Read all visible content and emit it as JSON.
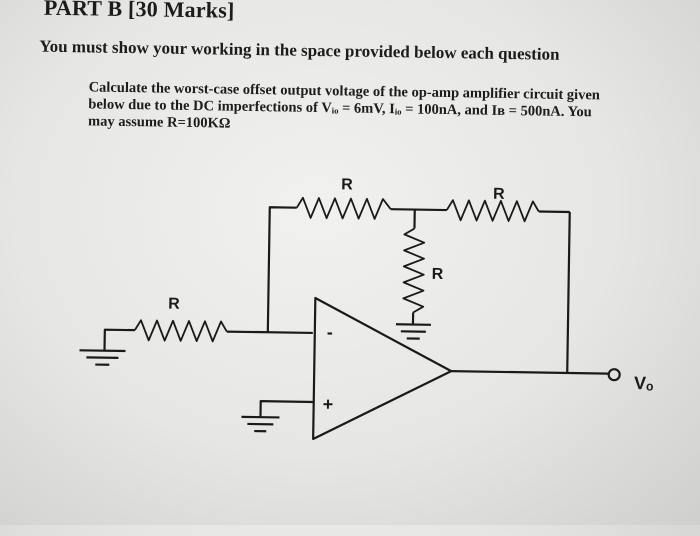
{
  "header": {
    "title": "PART B [30 Marks]",
    "instruction": "You must show your working in the space provided below each question"
  },
  "question": {
    "line1": "Calculate the worst-case offset output voltage of the op-amp amplifier circuit given",
    "line2": "below due to the DC imperfections of Vᵢₒ = 6mV, Iᵢₒ = 100nA, and Iʙ = 500nA. You",
    "line3": "may assume R=100KΩ"
  },
  "circuit": {
    "resistor_top_left_label": "R",
    "resistor_top_right_label": "R",
    "resistor_vertical_label": "R",
    "resistor_input_label": "R",
    "opamp_minus_label": "-",
    "opamp_plus_label": "+",
    "output_label": "Vₒ"
  }
}
